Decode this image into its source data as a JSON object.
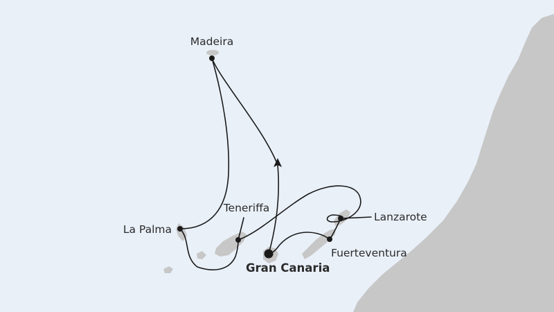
{
  "map": {
    "colors": {
      "sea": "#e9f0f8",
      "land": "#c7c7c7",
      "island": "#c7c7c7",
      "route": "#1a1a1a"
    },
    "ports": {
      "madeira": {
        "name": "Madeira"
      },
      "la_palma": {
        "name": "La Palma"
      },
      "teneriffa": {
        "name": "Teneriffa"
      },
      "gran_canaria": {
        "name": "Gran Canaria",
        "home_port": true
      },
      "lanzarote": {
        "name": "Lanzarote"
      },
      "fuerteventura": {
        "name": "Fuerteventura"
      }
    }
  }
}
